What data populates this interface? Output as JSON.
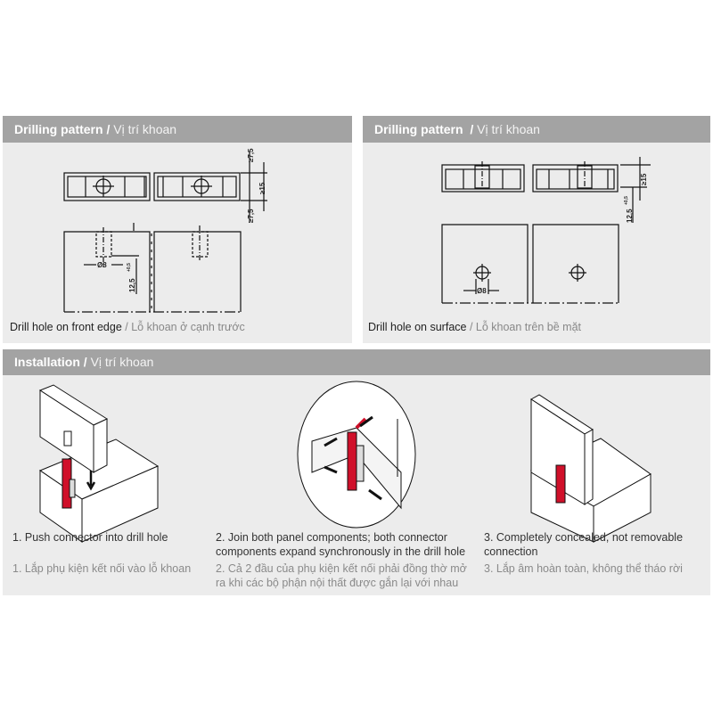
{
  "panels": {
    "front_edge": {
      "title_en": "Drilling pattern",
      "title_sep": " / ",
      "title_vi": "Vị trí khoan",
      "caption_en": "Drill hole on front edge",
      "caption_sep": " / ",
      "caption_vi": "Lỗ khoan ở cạnh trước",
      "dims": {
        "top": "≥7,5",
        "middle": "≥15",
        "bottom": "≥7,5",
        "diameter": "Ø8",
        "depth": "12,5",
        "tolerance": "+0,5"
      }
    },
    "surface": {
      "title_en": "Drilling pattern",
      "title_sep": "  / ",
      "title_vi": "Vị trí khoan",
      "caption_en": "Drill hole on surface",
      "caption_sep": " / ",
      "caption_vi": "Lỗ khoan trên bề mặt",
      "dims": {
        "thickness": "≥15",
        "diameter": "Ø8",
        "depth": "12,5",
        "tolerance": "+0,5"
      }
    },
    "installation": {
      "title_en": "Installation",
      "title_sep": " / ",
      "title_vi": "Vị trí khoan",
      "steps": [
        {
          "en": "1. Push connector into drill hole",
          "vi": "1. Lắp phụ kiện kết nối vào lỗ khoan"
        },
        {
          "en": "2. Join both panel components; both connector components expand synchronously in the drill hole",
          "vi": "2. Cả 2 đầu của phụ kiện kết nối phải đồng thờ mở ra khi các bộ phận nội thất được gắn lại với nhau"
        },
        {
          "en": "3. Completely concealed, not removable connection",
          "vi": "3. Lắp âm hoàn toàn, không thể tháo rời"
        }
      ]
    }
  },
  "colors": {
    "header": "#a3a3a3",
    "panel": "#ececec",
    "connector": "#d0102a"
  }
}
